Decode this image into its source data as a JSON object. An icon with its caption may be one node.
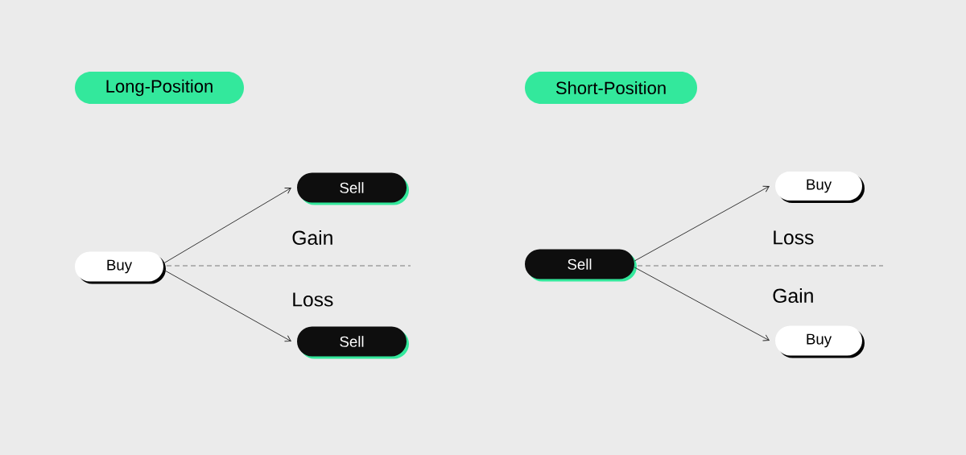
{
  "diagram": {
    "nodes": [
      {
        "text": [
          "Long-Position"
        ]
      },
      {
        "text": [
          "Buy"
        ]
      },
      {
        "text": [
          "Sell"
        ]
      },
      {
        "text": [
          "Sell"
        ]
      },
      {
        "text": [
          "Short-Position"
        ]
      },
      {
        "text": [
          "Sell"
        ]
      },
      {
        "text": [
          "Buy"
        ]
      },
      {
        "text": [
          "Buy"
        ]
      }
    ],
    "edges": [
      {
        "from": 1,
        "to": 2,
        "arrow": "to"
      },
      {
        "from": 1,
        "to": 3,
        "arrow": "to"
      },
      {
        "from": 5,
        "to": 6,
        "arrow": "to"
      },
      {
        "from": 5,
        "to": 7,
        "arrow": "to"
      }
    ],
    "labels": [
      "Gain",
      "Loss",
      "Loss",
      "Gain"
    ]
  }
}
